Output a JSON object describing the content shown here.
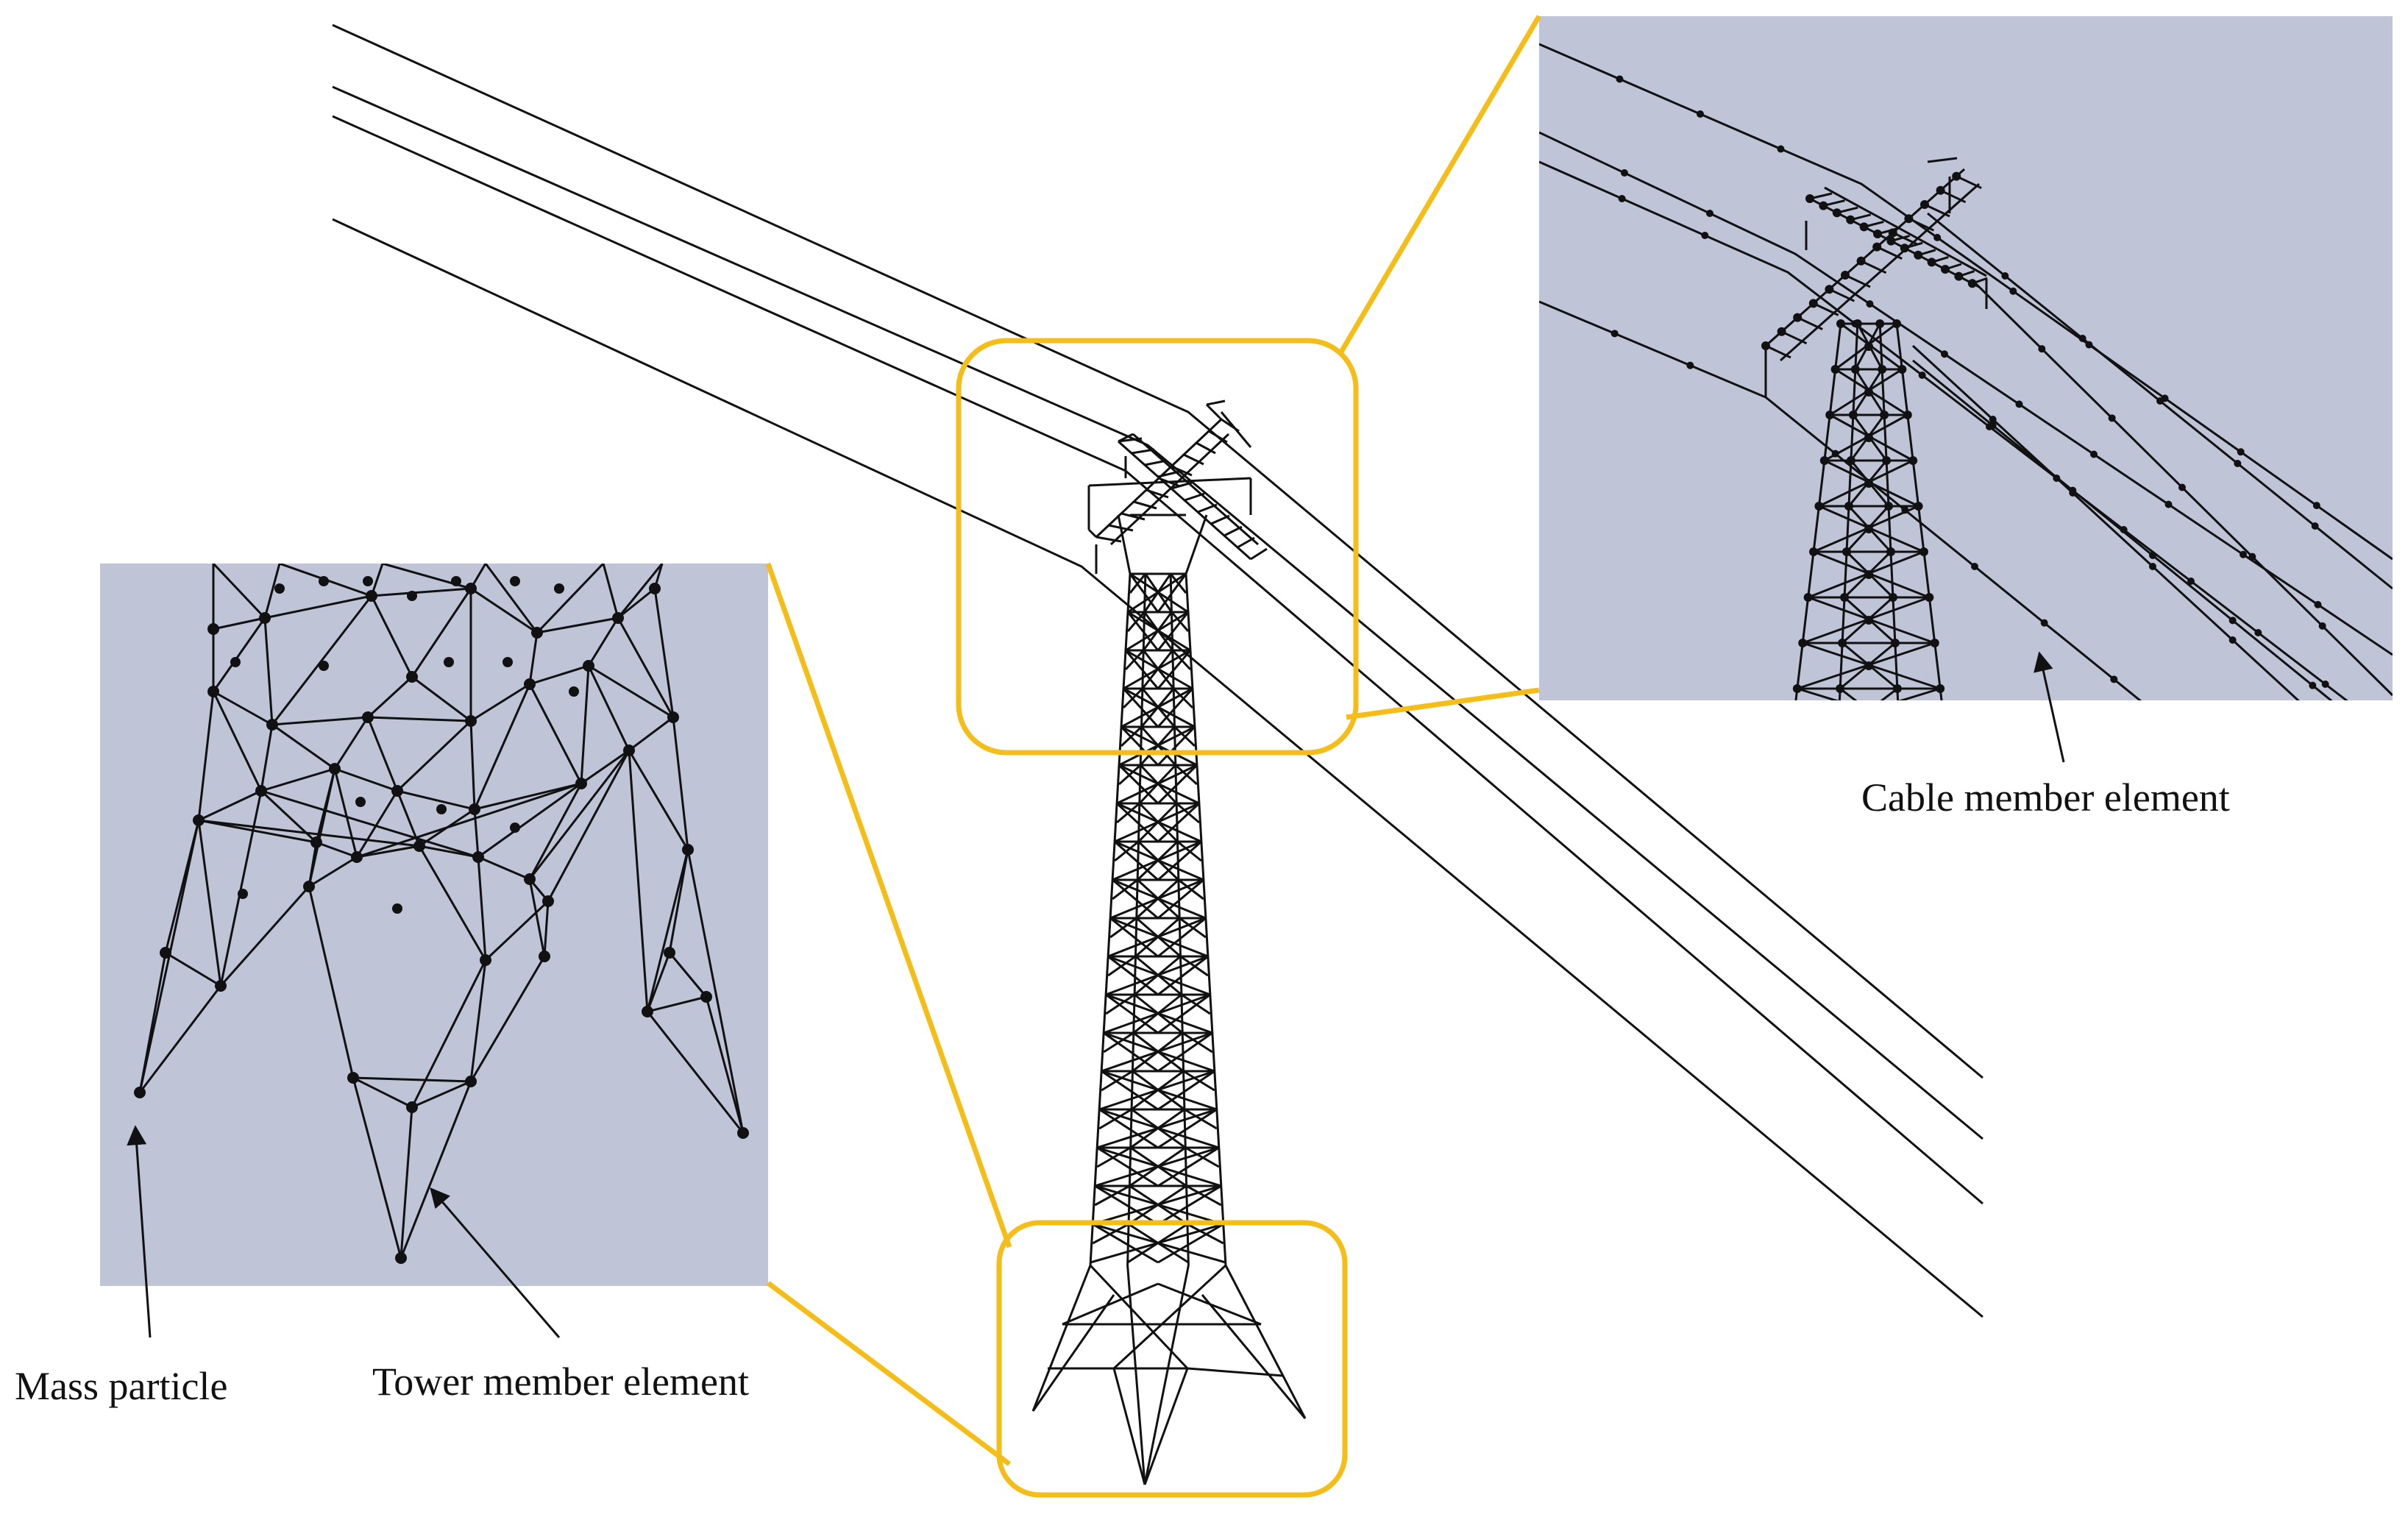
{
  "labels": {
    "cable_member": "Cable member element",
    "mass_particle": "Mass particle",
    "tower_member": "Tower member element"
  },
  "colors": {
    "background": "#ffffff",
    "inset_fill": "#bfc5d6",
    "highlight": "#f4bd17",
    "line": "#111111",
    "node": "#111111"
  },
  "icons": {
    "arrow": "arrowhead"
  }
}
